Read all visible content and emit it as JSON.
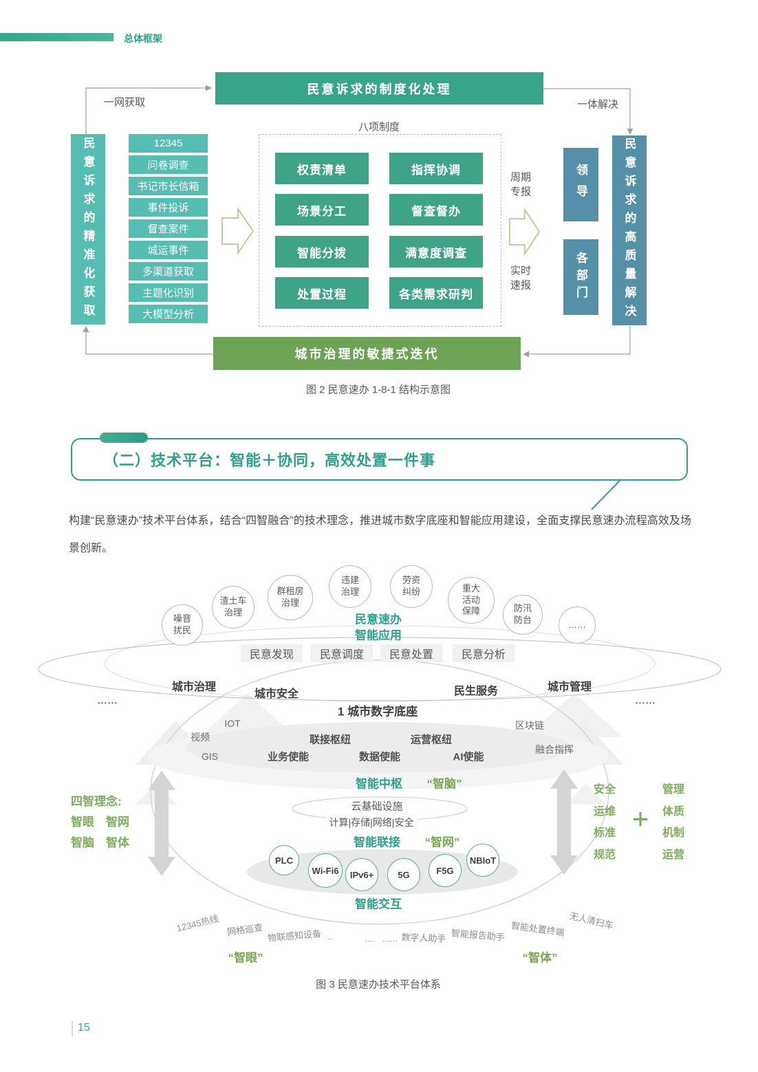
{
  "page_header": {
    "title": "总体框架"
  },
  "figure2": {
    "top_banner": "民意诉求的制度化处理",
    "bottom_banner": "城市治理的敏捷式迭代",
    "label_left": "一网获取",
    "label_right": "一体解决",
    "left_bar": "民意诉求的精准化获取",
    "right_bar": "民意诉求的高质量解决",
    "channels": [
      "12345",
      "问卷调查",
      "书记市长信箱",
      "事件投诉",
      "督查案件",
      "城运事件",
      "多渠道获取",
      "主题化识别",
      "大模型分析"
    ],
    "institutions_title": "八项制度",
    "institutions": [
      "权责清单",
      "指挥协调",
      "场景分工",
      "督查督办",
      "智能分拨",
      "满意度调查",
      "处置过程",
      "各类需求研判"
    ],
    "report_cycle": [
      "周期",
      "专报"
    ],
    "report_realtime": [
      "实时",
      "速报"
    ],
    "receivers": [
      "领导",
      "各部门"
    ],
    "caption": "图 2 民意速办 1-8-1 结构示意图"
  },
  "section": {
    "title": "（二）技术平台：智能＋协同，高效处置一件事"
  },
  "paragraph": "构建“民意速办”技术平台体系，结合“四智融合”的技术理念，推进城市数字底座和智能应用建设，全面支撑民意速办流程高效及场景创新。",
  "figure3": {
    "scenarios": [
      "噪音扰民",
      "渣土车治理",
      "群租房治理",
      "违建治理",
      "劳资纠纷",
      "重大活动保障",
      "防汛防台",
      "……"
    ],
    "app_title": [
      "民意速办",
      "智能应用"
    ],
    "app_boxes": [
      "民意发现",
      "民意调度",
      "民意处置",
      "民意分析"
    ],
    "domains": [
      "……",
      "城市治理",
      "城市安全",
      "民生服务",
      "城市管理",
      "……"
    ],
    "base_title": "1 城市数字底座",
    "left_tech": [
      "IOT",
      "视频",
      "GIS"
    ],
    "right_tech": [
      "区块链",
      "融合指挥"
    ],
    "hubs": [
      "联接枢纽",
      "运营枢纽"
    ],
    "enables": [
      "业务使能",
      "数据使能",
      "AI使能"
    ],
    "hub_title": "智能中枢",
    "hub_tag": "“智脑”",
    "cloud": "云基础设施",
    "compute": "计算|存储|网络|安全",
    "connect_title": "智能联接",
    "connect_tag": "“智网”",
    "tech_circles": [
      "PLC",
      "Wi-Fi6",
      "IPv6+",
      "5G",
      "F5G",
      "NBIoT"
    ],
    "interact_title": "智能交互",
    "bottom_labels": [
      "12345热线",
      "网格巡查",
      "物联感知设备",
      "..",
      "....",
      "......",
      "数字人助手",
      "智能报告助手",
      "智能处置终端",
      "无人清扫车"
    ],
    "eye_tag": "“智眼”",
    "body_tag": "“智体”",
    "left_panel": [
      "四智理念:",
      "智眼　智网",
      "智脑　智体"
    ],
    "right_col_a": [
      "安全",
      "运维",
      "标准",
      "规范"
    ],
    "plus": "+",
    "right_col_b": [
      "管理",
      "体质",
      "机制",
      "运营"
    ],
    "caption": "图 3 民意速办技术平台体系"
  },
  "page_number": "15",
  "colors": {
    "teal": "#2fa08c",
    "green": "#3fa487",
    "blue": "#5490a8",
    "olive": "#76a94f",
    "light_teal": "#56bdb3"
  }
}
